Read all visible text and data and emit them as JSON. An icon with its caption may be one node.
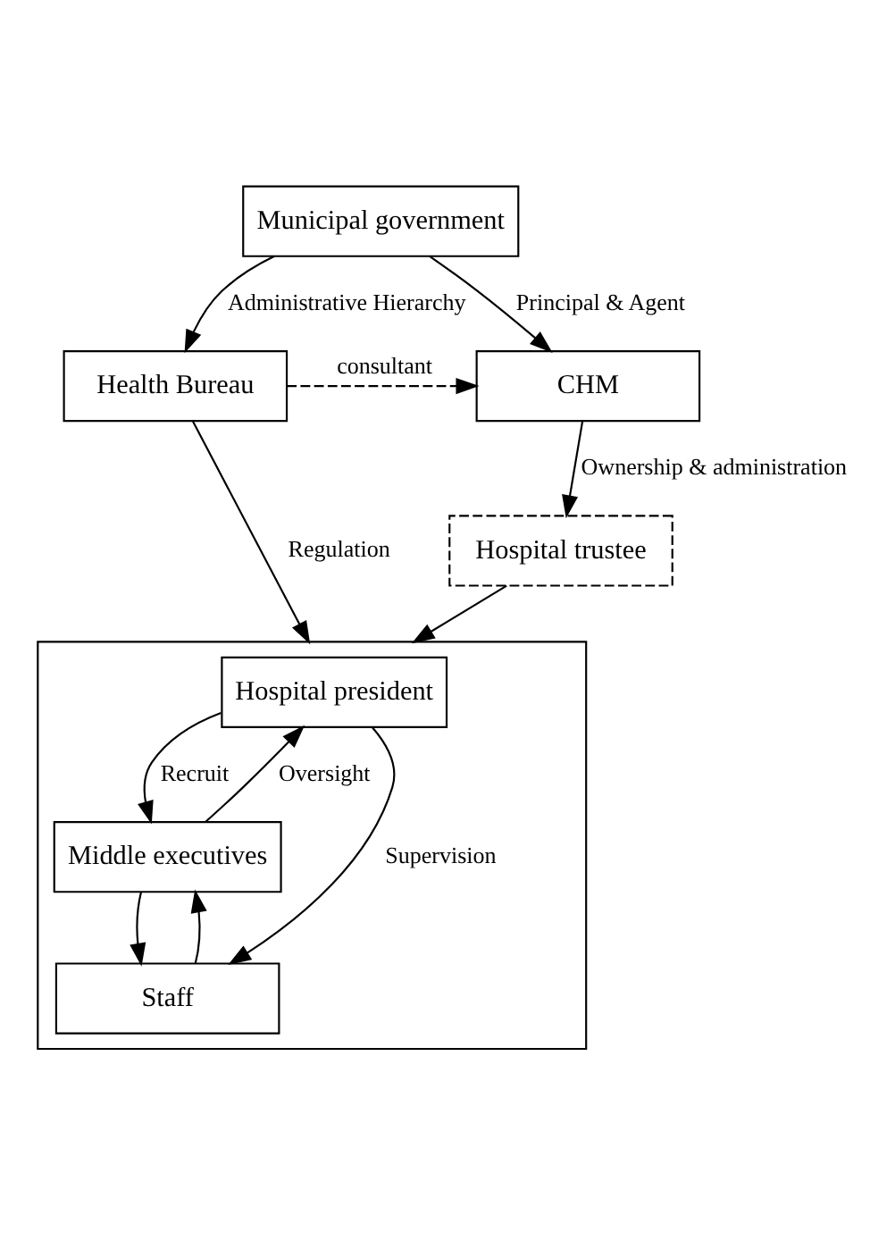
{
  "diagram": {
    "nodes": [
      {
        "text": [
          "Municipal government"
        ]
      },
      {
        "text": [
          "Health Bureau"
        ]
      },
      {
        "text": [
          "CHM"
        ]
      },
      {
        "text": [
          "Hospital trustee"
        ]
      },
      {
        "text": [],
        "shape": "box"
      },
      {
        "text": [
          "Hospital president"
        ],
        "in": 4
      },
      {
        "text": [
          "Middle executives"
        ],
        "in": 4
      },
      {
        "text": [
          "Staff"
        ],
        "in": 4
      }
    ],
    "edges": [
      {
        "from": 0,
        "to": 1,
        "arrow": "to",
        "label": "Administrative Hierarchy"
      },
      {
        "from": 0,
        "to": 2,
        "arrow": "to",
        "label": "Principal & Agent"
      },
      {
        "from": 1,
        "to": 2,
        "arrow": "to",
        "label": "consultant",
        "style": "dashed"
      },
      {
        "from": 1,
        "to": 4,
        "arrow": "to",
        "label": "Regulation"
      },
      {
        "from": 2,
        "to": 3,
        "arrow": "to",
        "label": "Ownership & administration"
      },
      {
        "from": 3,
        "to": 4,
        "arrow": "to"
      },
      {
        "from": 5,
        "to": 6,
        "arrow": "to",
        "label": "Recruit"
      },
      {
        "from": 6,
        "to": 5,
        "arrow": "to",
        "label": "Oversight"
      },
      {
        "from": 6,
        "to": 7,
        "arrow": "to"
      },
      {
        "from": 7,
        "to": 6,
        "arrow": "to"
      },
      {
        "from": 5,
        "to": 7,
        "arrow": "to",
        "label": "Supervision"
      }
    ]
  }
}
